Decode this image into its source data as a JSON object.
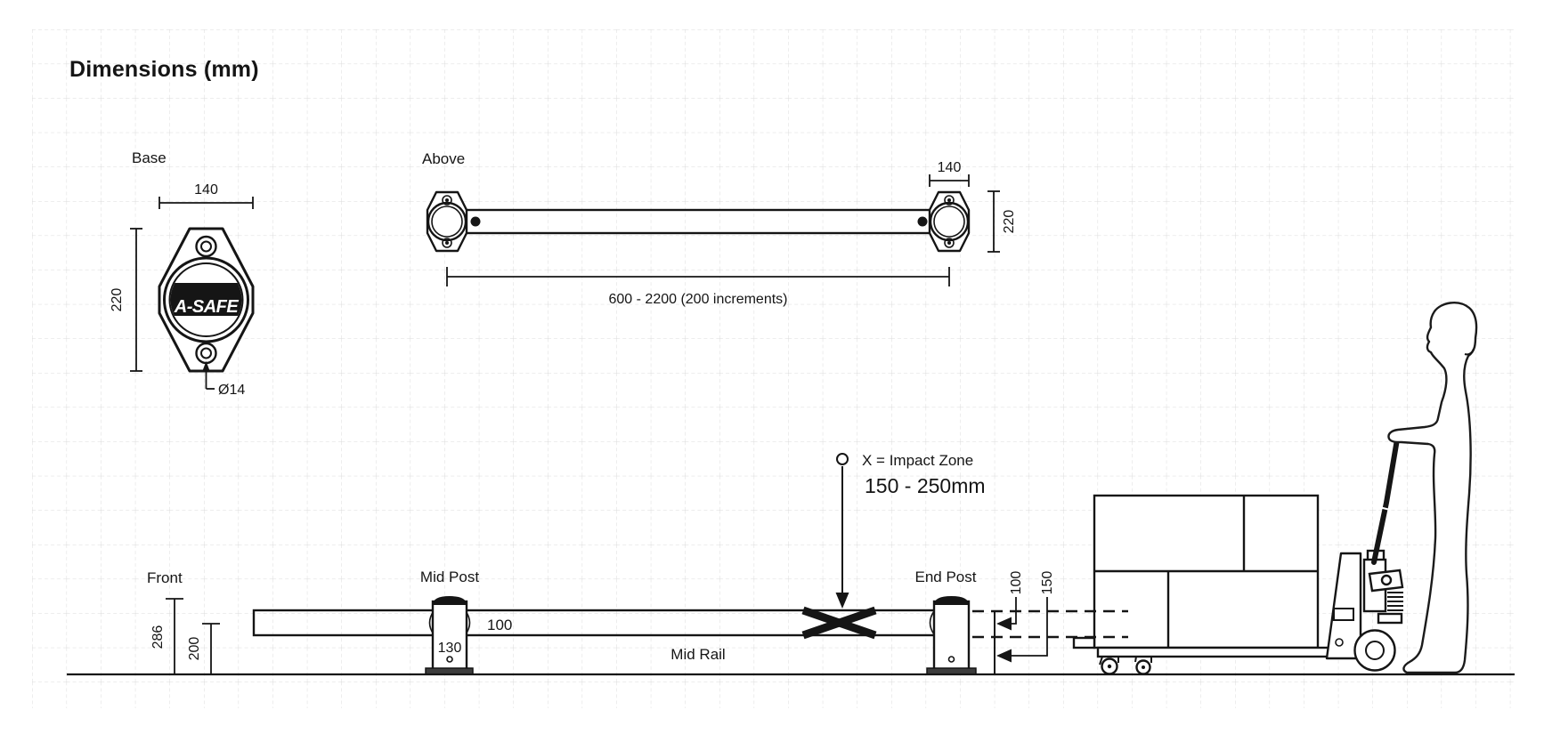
{
  "title": "Dimensions (mm)",
  "colors": {
    "rail_yellow": "#FBB617",
    "ink": "#151515",
    "grid": "#DBDBDB",
    "post_foot": "#3D3D3D"
  },
  "base_view": {
    "label": "Base",
    "width": "140",
    "height": "220",
    "hole_diameter": "Ø14",
    "logo": "A-SAFE"
  },
  "above_view": {
    "label": "Above",
    "post_width": "140",
    "post_depth": "220",
    "length_range": "600 - 2200 (200 increments)"
  },
  "impact_zone": {
    "label": "X = Impact Zone",
    "range": "150 - 250mm"
  },
  "front_view": {
    "label": "Front",
    "post_height": "286",
    "rail_centre_height": "200",
    "rail_height": "100",
    "post_width": "130",
    "mid_post_label": "Mid Post",
    "end_post_label": "End Post",
    "mid_rail_label": "Mid Rail",
    "offset_top": "100",
    "offset_bottom": "150"
  }
}
